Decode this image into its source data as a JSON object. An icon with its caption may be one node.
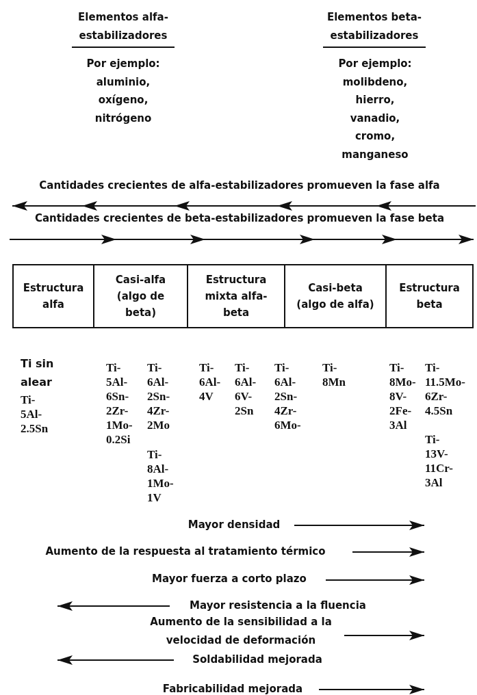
{
  "diagram": {
    "nodes": [
      {
        "text": [
          "Estructura alfa"
        ]
      },
      {
        "text": [
          "Casi-alfa (algo de beta)"
        ]
      },
      {
        "text": [
          "Estructura mixta alfa-beta"
        ]
      },
      {
        "text": [
          "Casi-beta (algo de alfa)"
        ]
      },
      {
        "text": [
          "Estructura beta"
        ]
      }
    ],
    "labels": [
      "Elementos alfa-estabilizadores",
      "Elementos beta-estabilizadores",
      "Por ejemplo: aluminio, oxígeno, nitrógeno",
      "Por ejemplo: molibdeno, hierro, vanadio, cromo, manganeso",
      "Cantidades crecientes de alfa-estabilizadores promueven la fase alfa",
      "Cantidades crecientes de beta-estabilizadores promueven la fase beta",
      "Ti sin alear",
      "Ti-5Al-2.5Sn",
      "Ti-5Al-6Sn-2Zr-1Mo-0.2Si",
      "Ti-6Al-2Sn-4Zr-2Mo",
      "Ti-8Al-1Mo-1V",
      "Ti-6Al-4V",
      "Ti-6Al-6V-2Sn",
      "Ti-6Al-2Sn-4Zr-6Mo-",
      "Ti-8Mn",
      "Ti-8Mo-8V-2Fe-3Al",
      "Ti-11.5Mo-6Zr-4.5Sn",
      "Ti-13V-11Cr-3Al",
      "Mayor densidad",
      "Aumento de la respuesta al tratamiento térmico",
      "Mayor fuerza a corto plazo",
      "Mayor resistencia a la fluencia",
      "Aumento de la sensibilidad a la velocidad de deformación",
      "Soldabilidad mejorada",
      "Fabricabilidad mejorada"
    ]
  }
}
